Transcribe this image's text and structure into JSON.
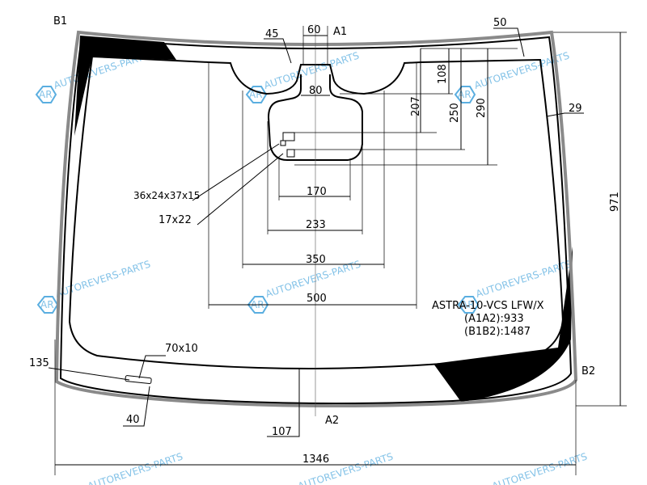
{
  "corners": {
    "b1": "B1",
    "b2": "B2",
    "a1": "A1",
    "a2": "A2"
  },
  "dimensions": {
    "d60": "60",
    "d45": "45",
    "d50": "50",
    "d29": "29",
    "d80": "80",
    "d108": "108",
    "d207": "207",
    "d250": "250",
    "d290": "290",
    "d971": "971",
    "d170": "170",
    "d233": "233",
    "d350": "350",
    "d500": "500",
    "d135": "135",
    "d70x10": "70x10",
    "d40": "40",
    "d107": "107",
    "d1346": "1346"
  },
  "callouts": {
    "sensor": "36x24x37x15",
    "mirror": "17x22"
  },
  "info": {
    "code": "ASTRA-10-VCS LFW/X",
    "a1a2": "(A1A2):933",
    "b1b2": "(B1B2):1487"
  },
  "watermark": {
    "text": "AUTOREVERS-PARTS",
    "logo": "AR"
  },
  "colors": {
    "frame": "#8a8a8a",
    "glass_edge": "#000000",
    "shade": "#000000",
    "watermark": "#5aaee0"
  }
}
